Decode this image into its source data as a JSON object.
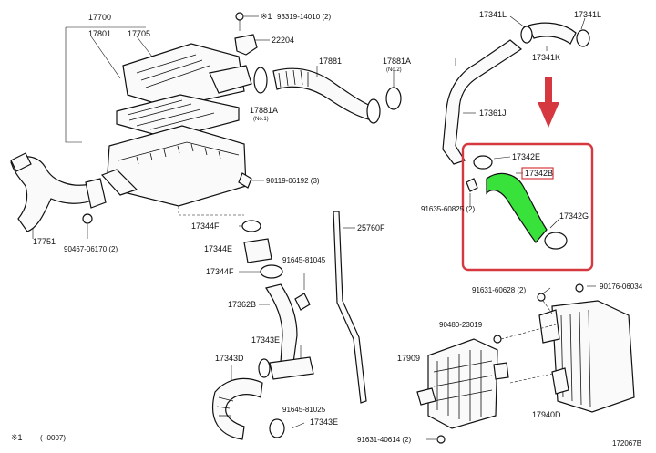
{
  "labels": {
    "p17700": "17700",
    "p17801": "17801",
    "p17705": "17705",
    "star_ref": "※1",
    "p93319": "93319-14010 (2)",
    "p22204": "22204",
    "p17881": "17881",
    "p17881A_top": "17881A",
    "p17881A_top_sub": "(No.2)",
    "p17881A_bot": "17881A",
    "p17881A_bot_sub": "(No.1)",
    "p17341L_a": "17341L",
    "p17341L_b": "17341L",
    "p17341K": "17341K",
    "p17361J": "17361J",
    "p17342E": "17342E",
    "p17342B": "17342B",
    "p17342G": "17342G",
    "p91635": "91635-60825 (2)",
    "p90119": "90119-06192 (3)",
    "p17751": "17751",
    "p90467": "90467-06170 (2)",
    "p17344F_a": "17344F",
    "p17344E": "17344E",
    "p17344F_b": "17344F",
    "p25760F": "25760F",
    "p91645_a": "91645-81045",
    "p17362B": "17362B",
    "p17343E_a": "17343E",
    "p17343D": "17343D",
    "p91645_b": "91645-81025",
    "p17343E_b": "17343E",
    "p91631_a": "91631-60628 (2)",
    "p90176": "90176-06034",
    "p90480": "90480-23019",
    "p17909": "17909",
    "p17940D": "17940D",
    "p91631_b": "91631-40614 (2)",
    "footnote_star": "※1",
    "footnote_text": "(    -0007)",
    "figure_code": "172067B"
  },
  "colors": {
    "highlight_box": "#d6383f",
    "arrow": "#d6383f",
    "highlighted_hose": "#38e23a",
    "line": "#111111"
  }
}
